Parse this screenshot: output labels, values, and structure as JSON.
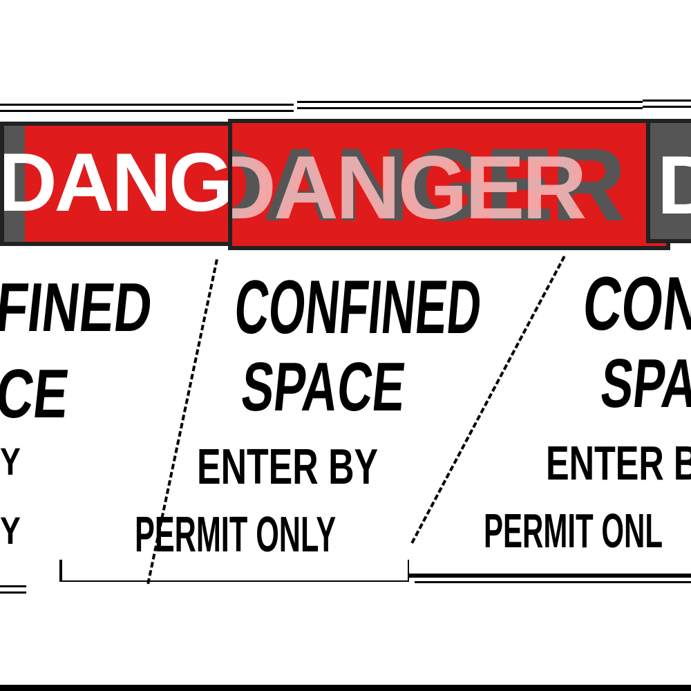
{
  "signs": [
    {
      "id": "left",
      "header": "DANGER",
      "lines": [
        "CONFINED",
        "SPACE",
        "ENTER BY",
        "PERMIT ONLY"
      ],
      "visible_fragments": [
        "FINED",
        "CE",
        "Y",
        "Y"
      ]
    },
    {
      "id": "center",
      "header": "DANGER",
      "lines": [
        "CONFINED",
        "SPACE",
        "ENTER BY",
        "PERMIT ONLY"
      ]
    },
    {
      "id": "right",
      "header": "DANGER",
      "lines": [
        "CONFINED",
        "SPACE",
        "ENTER BY",
        "PERMIT ONLY"
      ],
      "visible_fragments": [
        "CON",
        "SPAS",
        "ENTER B",
        "PERMIT ONL"
      ]
    }
  ],
  "colors": {
    "header_red": "#e01b1b",
    "header_gray": "#555555",
    "header_pink": "#f4b6b6",
    "text": "#000000",
    "background": "#ffffff"
  }
}
